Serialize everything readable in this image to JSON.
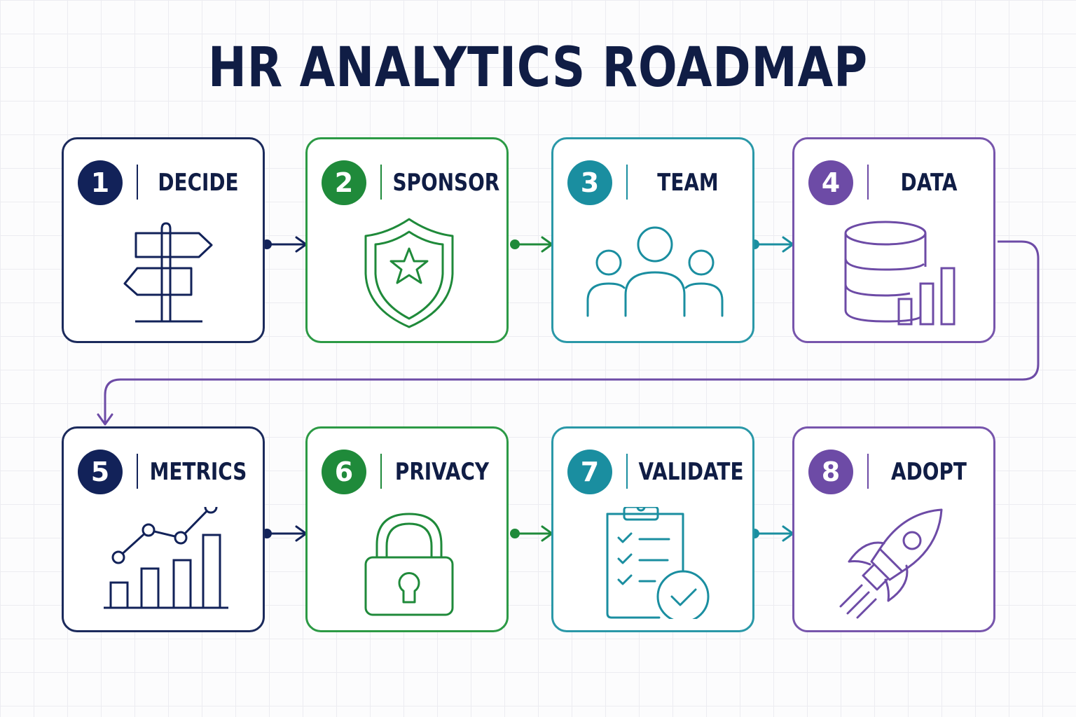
{
  "title": "HR ANALYTICS ROADMAP",
  "steps": [
    {
      "number": "1",
      "label": "DECIDE",
      "icon": "signpost-icon",
      "color": "#122259"
    },
    {
      "number": "2",
      "label": "SPONSOR",
      "icon": "shield-star-icon",
      "color": "#1f8a3a"
    },
    {
      "number": "3",
      "label": "TEAM",
      "icon": "people-group-icon",
      "color": "#1a8ea0"
    },
    {
      "number": "4",
      "label": "DATA",
      "icon": "database-chart-icon",
      "color": "#6d4ba6"
    },
    {
      "number": "5",
      "label": "METRICS",
      "icon": "line-bar-chart-icon",
      "color": "#122259"
    },
    {
      "number": "6",
      "label": "PRIVACY",
      "icon": "padlock-icon",
      "color": "#1f8a3a"
    },
    {
      "number": "7",
      "label": "VALIDATE",
      "icon": "checklist-clipboard-icon",
      "color": "#1a8ea0"
    },
    {
      "number": "8",
      "label": "ADOPT",
      "icon": "rocket-icon",
      "color": "#6d4ba6"
    }
  ]
}
